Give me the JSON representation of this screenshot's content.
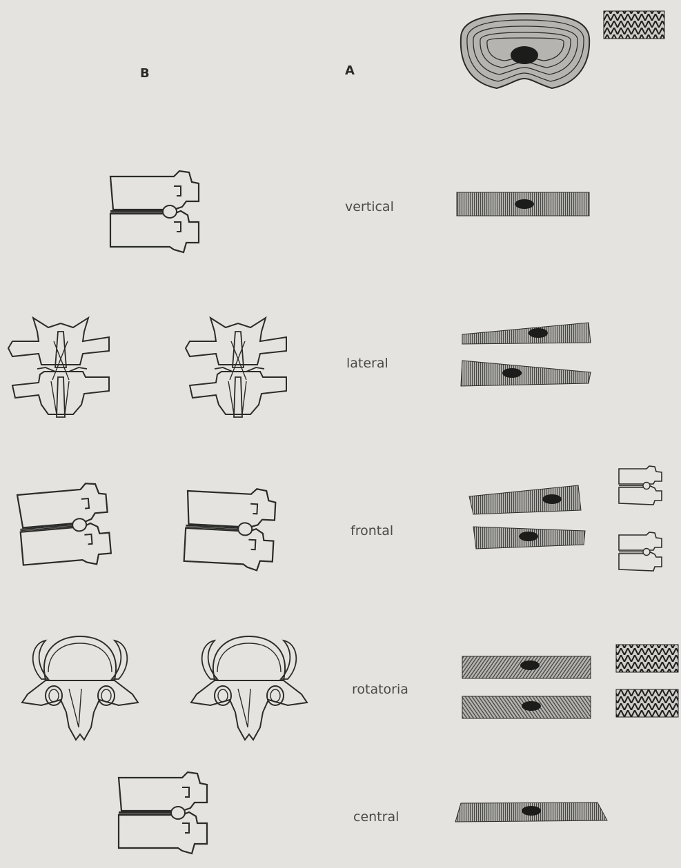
{
  "headings": {
    "b": "B",
    "a": "A"
  },
  "movements": [
    {
      "id": "vertical",
      "label": "vertical"
    },
    {
      "id": "lateral",
      "label": "lateral"
    },
    {
      "id": "frontal",
      "label": "frontal"
    },
    {
      "id": "rotatoria",
      "label": "rotatoria"
    },
    {
      "id": "central",
      "label": "central"
    }
  ],
  "colors": {
    "ink": "#2b2b29",
    "paper": "#e4e3df",
    "hatch": "#3a3a38",
    "nucleus": "#1c1c1a"
  }
}
